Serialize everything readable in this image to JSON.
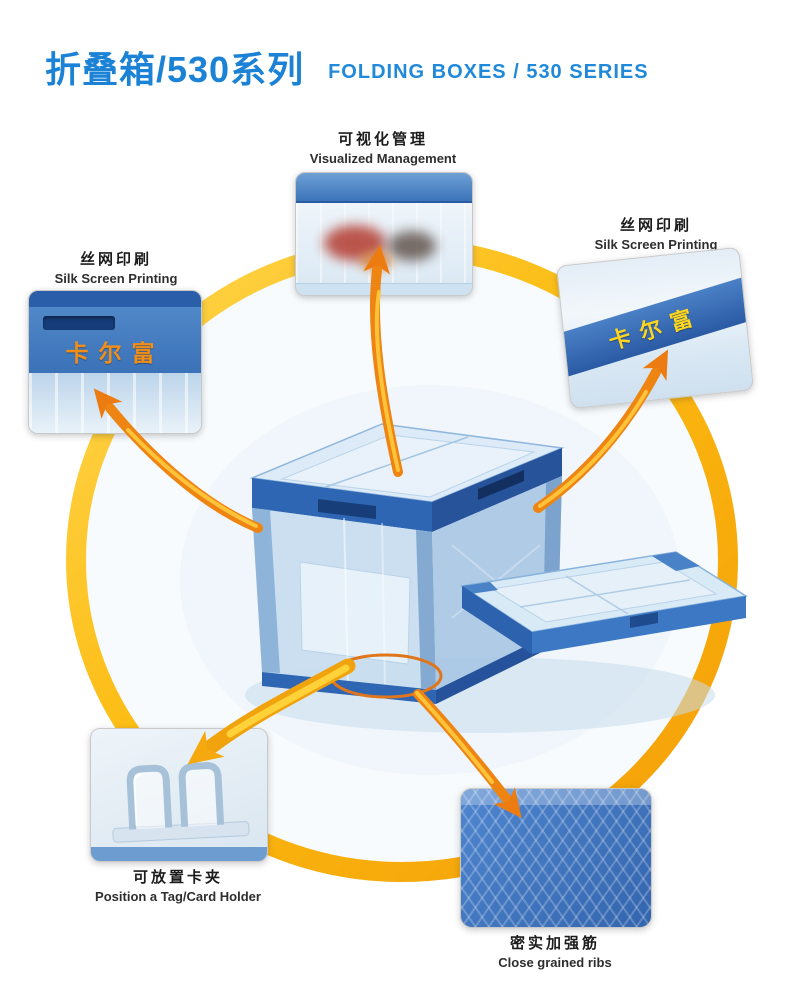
{
  "header": {
    "title_cn": "折叠箱/530系列",
    "title_en": "FOLDING BOXES / 530 SERIES"
  },
  "callouts": {
    "top": {
      "label_cn": "可视化管理",
      "label_en": "Visualized Management"
    },
    "right": {
      "label_cn": "丝网印刷",
      "label_en": "Silk Screen Printing",
      "brand_text": "卡尔富"
    },
    "left": {
      "label_cn": "丝网印刷",
      "label_en": "Silk Screen Printing",
      "brand_text": "卡尔富"
    },
    "bottom_left": {
      "label_cn": "可放置卡夹",
      "label_en": "Position a Tag/Card Holder"
    },
    "bottom_right": {
      "label_cn": "密实加强筋",
      "label_en": "Close grained ribs"
    }
  },
  "colors": {
    "title_blue": "#1b82d6",
    "ring_yellow": "#fcbb11",
    "arrow_orange": "#ee8513",
    "box_blue": "#2e66b4",
    "brand_orange": "#f28e17",
    "brand_yellow": "#ffd61e"
  }
}
